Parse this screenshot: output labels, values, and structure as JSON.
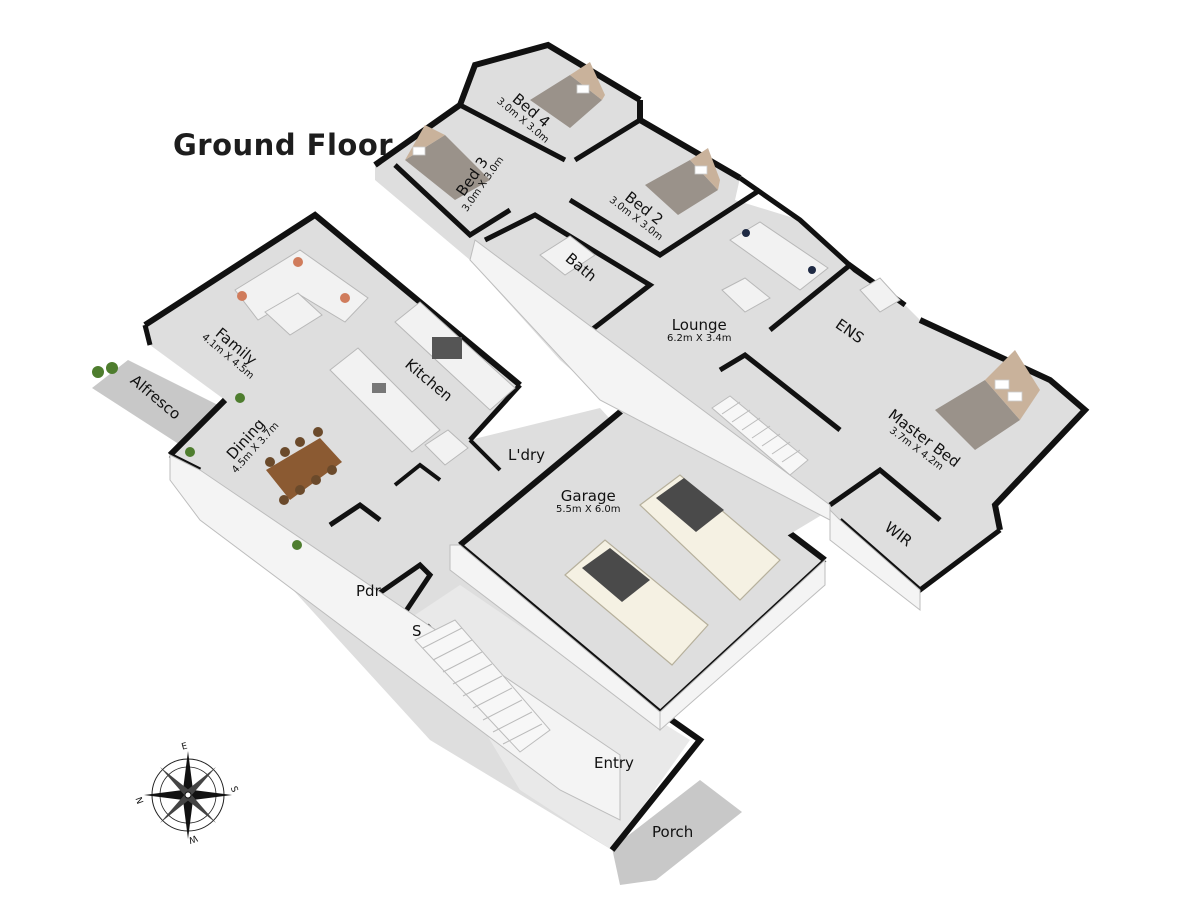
{
  "title": "Ground Floor",
  "rooms": {
    "bed4": {
      "name": "Bed 4",
      "dims": "3.0m X 3.0m"
    },
    "bed3": {
      "name": "Bed 3",
      "dims": "3.0m X 3.0m"
    },
    "bed2": {
      "name": "Bed 2",
      "dims": "3.0m X 3.0m"
    },
    "bath": {
      "name": "Bath"
    },
    "lounge": {
      "name": "Lounge",
      "dims": "6.2m X 3.4m"
    },
    "ens": {
      "name": "ENS"
    },
    "master": {
      "name": "Master Bed",
      "dims": "3.7m X 4.2m"
    },
    "wir": {
      "name": "WIR"
    },
    "family": {
      "name": "Family",
      "dims": "4.1m X 4.5m"
    },
    "kitchen": {
      "name": "Kitchen"
    },
    "alfresco": {
      "name": "Alfresco"
    },
    "dining": {
      "name": "Dining",
      "dims": "4.5m X 3.7m"
    },
    "laundry": {
      "name": "L'dry"
    },
    "garage": {
      "name": "Garage",
      "dims": "5.5m X 6.0m"
    },
    "pdr": {
      "name": "Pdr"
    },
    "storage": {
      "name": "S"
    },
    "entry": {
      "name": "Entry"
    },
    "porch": {
      "name": "Porch"
    }
  },
  "compass": {
    "n": "N",
    "e": "E",
    "s": "S",
    "w": "W"
  },
  "colors": {
    "wall": "#111111",
    "floor": "#dedede",
    "background": "#ffffff"
  }
}
